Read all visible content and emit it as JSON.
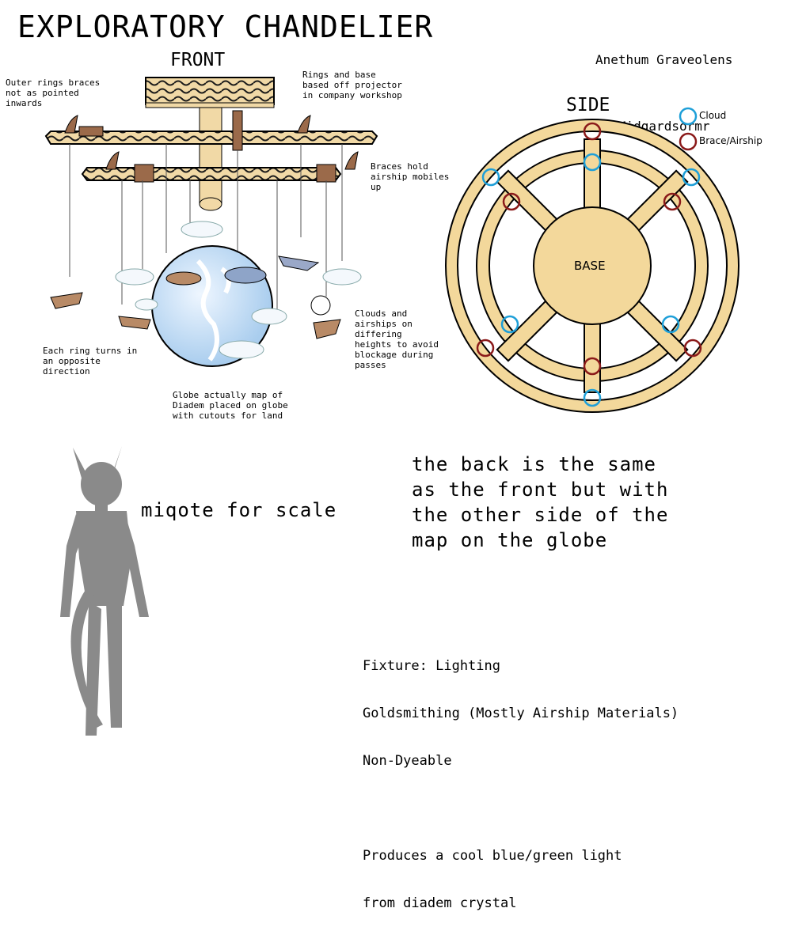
{
  "title": "EXPLORATORY CHANDELIER",
  "author": {
    "line1": "Anethum Graveolens",
    "line2": "Midgardsormr"
  },
  "front_view": {
    "label": "FRONT",
    "notes": {
      "outer_braces": "Outer rings braces\nnot as pointed\ninwards",
      "rings_base": "Rings and base\nbased off projector\nin company workshop",
      "braces_hold": "Braces hold\nairship mobiles\nup",
      "clouds": "Clouds and\nairships on\ndiffering\nheights to avoid\nblockage during\npasses",
      "ring_turns": "Each ring turns in\nan opposite\ndirection",
      "globe": "Globe actually map of\nDiadem placed on globe\nwith cutouts for land"
    }
  },
  "side_view": {
    "label": "SIDE",
    "base_label": "BASE",
    "legend": [
      {
        "label": "Cloud",
        "color": "#1e9fd8"
      },
      {
        "label": "Brace/Airship",
        "color": "#8b1a1a"
      }
    ],
    "ring_fill": "#f3d89b"
  },
  "back_note": "the back is the same\nas the front but with\nthe other side of the\nmap on the globe",
  "scale_note": "miqote for scale",
  "specs": {
    "line1": "Fixture: Lighting",
    "line2": "Goldsmithing (Mostly Airship Materials)",
    "line3": "Non-Dyeable",
    "line4": "Produces a cool blue/green light",
    "line5": "from diadem crystal"
  }
}
